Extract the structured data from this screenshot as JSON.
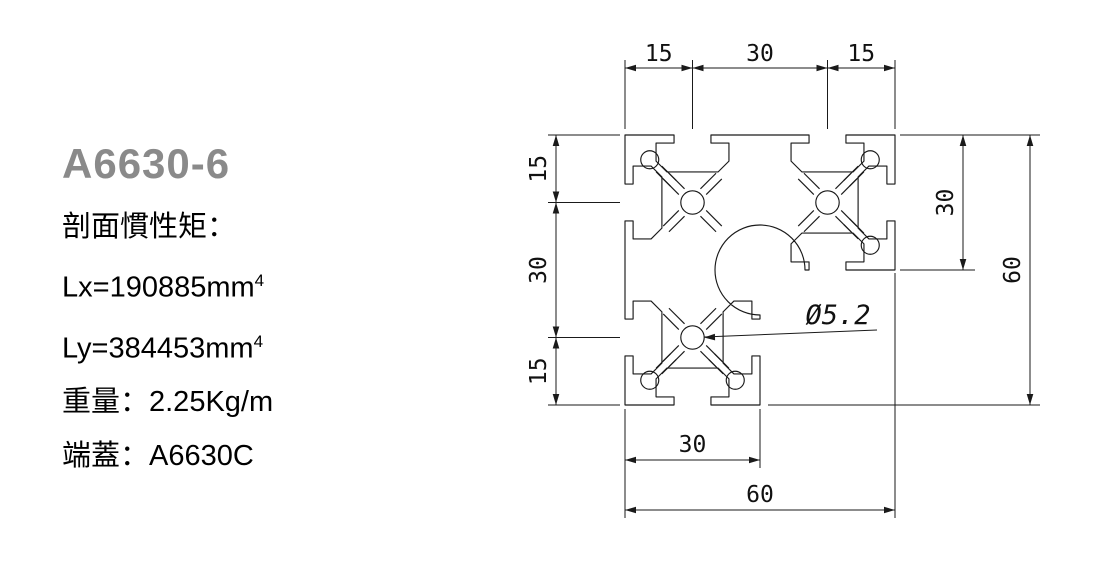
{
  "info": {
    "model": "A6630-6",
    "inertia_heading": "剖面慣性矩：",
    "lx_value": "Lx=190885mm",
    "lx_sup": "4",
    "ly_value": "Ly=384453mm",
    "ly_sup": "4",
    "weight": "重量：2.25Kg/m",
    "end_cap": "端蓋：A6630C"
  },
  "drawing": {
    "dims": {
      "top": [
        "15",
        "30",
        "15"
      ],
      "left": [
        "15",
        "30",
        "15"
      ],
      "right_arm_height": "30",
      "overall_height": "60",
      "bottom_arm_width": "30",
      "overall_width": "60",
      "hole_diameter": "Ø5.2"
    },
    "colors": {
      "line": "#1a1a1a",
      "title": "#8a8a8a",
      "background": "#ffffff"
    }
  }
}
